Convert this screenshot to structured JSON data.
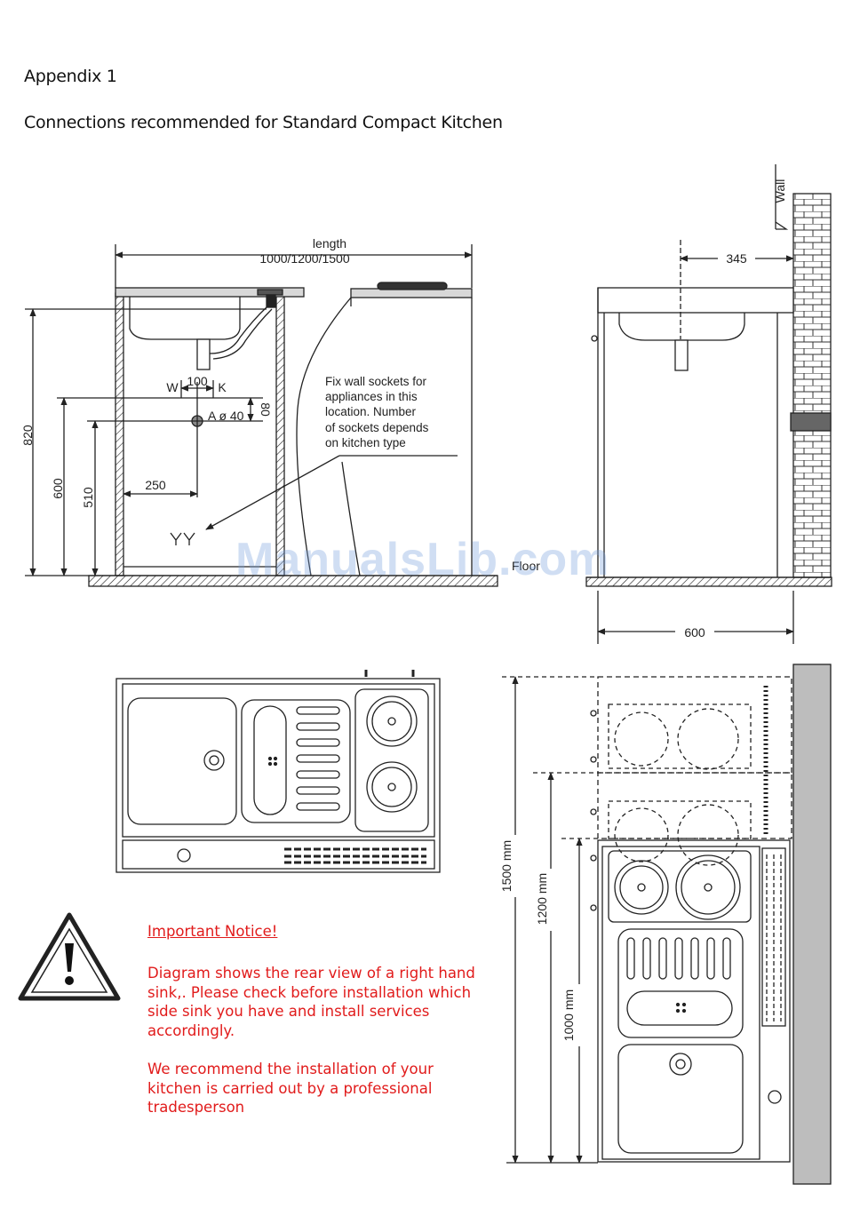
{
  "header": {
    "appendix": "Appendix 1",
    "title": "Connections recommended for Standard Compact Kitchen"
  },
  "rear_view": {
    "length_label": "length",
    "length_values": "1000/1200/1500",
    "dim_820": "820",
    "dim_600": "600",
    "dim_510": "510",
    "dim_250": "250",
    "dim_100": "100",
    "dim_80": "80",
    "w_label": "W",
    "k_label": "K",
    "drain_label": "A ø 40",
    "floor_label": "Floor",
    "socket_note": [
      "Fix wall sockets for",
      "appliances in this",
      "location. Number",
      "of sockets depends",
      "on kitchen type"
    ]
  },
  "side_view": {
    "wall_label": "Wall",
    "dim_345": "345",
    "dim_600": "600"
  },
  "plan_view": {
    "dim_1500": "1500 mm",
    "dim_1200": "1200 mm",
    "dim_1000": "1000 mm"
  },
  "notice": {
    "title": "Important Notice!",
    "p1": "Diagram shows the rear view of a right hand sink,. Please check before installation which side sink you have and install services accordingly.",
    "p2": "We recommend the installation of your kitchen is carried out by a professional tradesperson"
  },
  "watermark": "ManualsLib.com",
  "colors": {
    "notice_red": "#e11b1b",
    "line": "#222222",
    "watermark": "#a0bde6"
  }
}
